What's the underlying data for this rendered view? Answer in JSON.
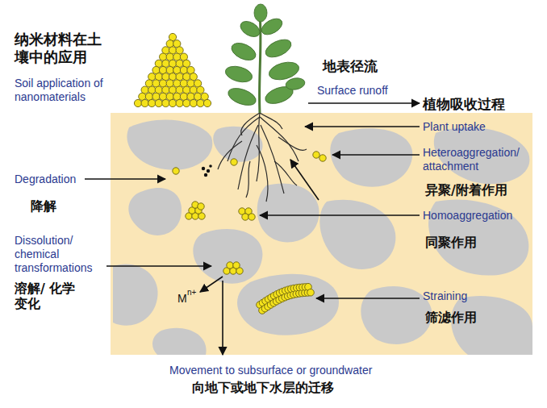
{
  "diagram": {
    "labels": [
      "纳米材料在土 壤中的应用",
      "Soil application of nanomaterials",
      "地表径流",
      "Surface runoff",
      "植物吸收过程",
      "Plant uptake",
      "Heteroaggregation/ attachment",
      "异聚/附着作用",
      "Degradation",
      "降解",
      "Homoaggregation",
      "同聚作用",
      "Dissolution/ chemical transformations",
      "溶解/ 化学变化",
      "M",
      "n+",
      "Straining",
      "筛滤作用",
      "Movement to subsurface or groundwater",
      "向地下或地下水层的迁移"
    ]
  }
}
